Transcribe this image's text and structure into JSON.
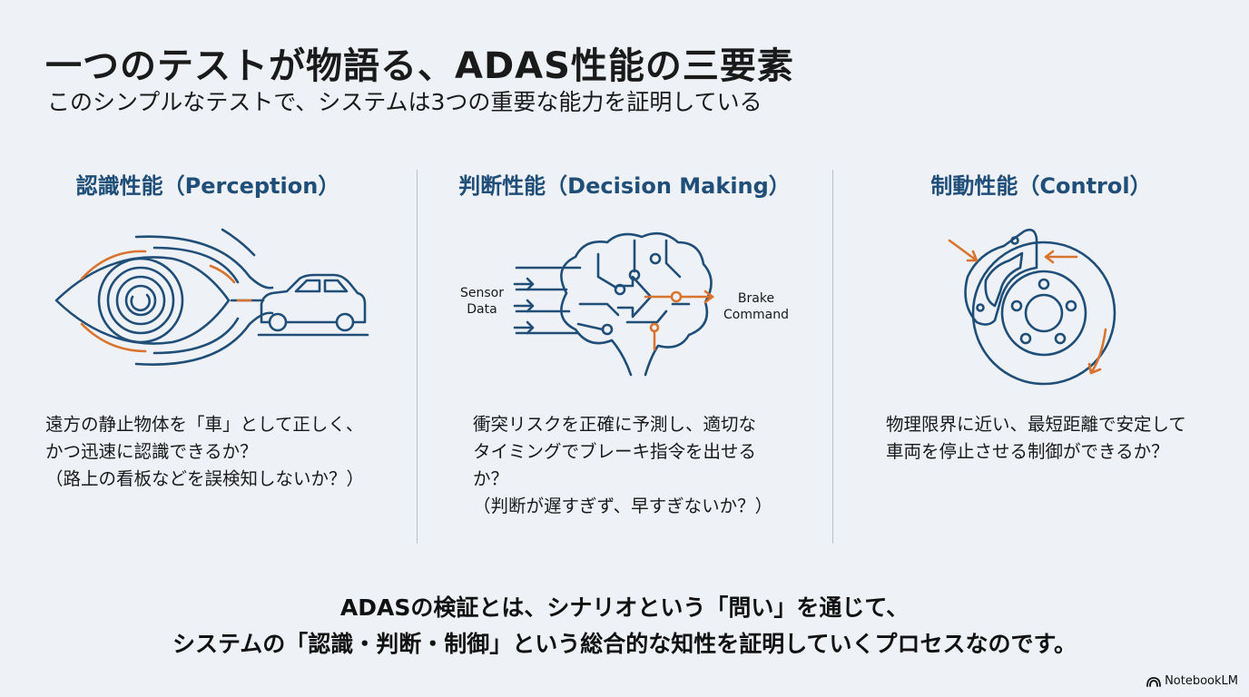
{
  "title": "一つのテストが物語る、ADAS性能の三要素",
  "subtitle": "このシンプルなテストで、システムは3つの重要な能力を証明している",
  "colors": {
    "navy": "#1f4e78",
    "orange": "#d9732e",
    "divider": "#b9c0c9"
  },
  "columns": [
    {
      "heading": "認識性能（Perception）",
      "icon": "eye-car-icon",
      "lines": [
        "遠方の静止物体を「車」として正しく、",
        "かつ迅速に認識できるか？",
        "（路上の看板などを誤検知しないか？）"
      ]
    },
    {
      "heading": "判断性能（Decision Making）",
      "icon": "brain-circuit-icon",
      "input_label": [
        "Sensor",
        "Data"
      ],
      "output_label": [
        "Brake",
        "Command"
      ],
      "lines": [
        "衝突リスクを正確に予測し、適切な",
        "タイミングでブレーキ指令を出せる",
        "か？",
        "（判断が遅すぎず、早すぎないか？）"
      ]
    },
    {
      "heading": "制動性能（Control）",
      "icon": "brake-disc-icon",
      "lines": [
        "物理限界に近い、最短距離で安定して",
        "車両を停止させる制御ができるか？"
      ]
    }
  ],
  "conclusion": [
    "ADASの検証とは、シナリオという「問い」を通じて、",
    "システムの「認識・判断・制御」という総合的な知性を証明していくプロセスなのです。"
  ],
  "brand": "NotebookLM"
}
